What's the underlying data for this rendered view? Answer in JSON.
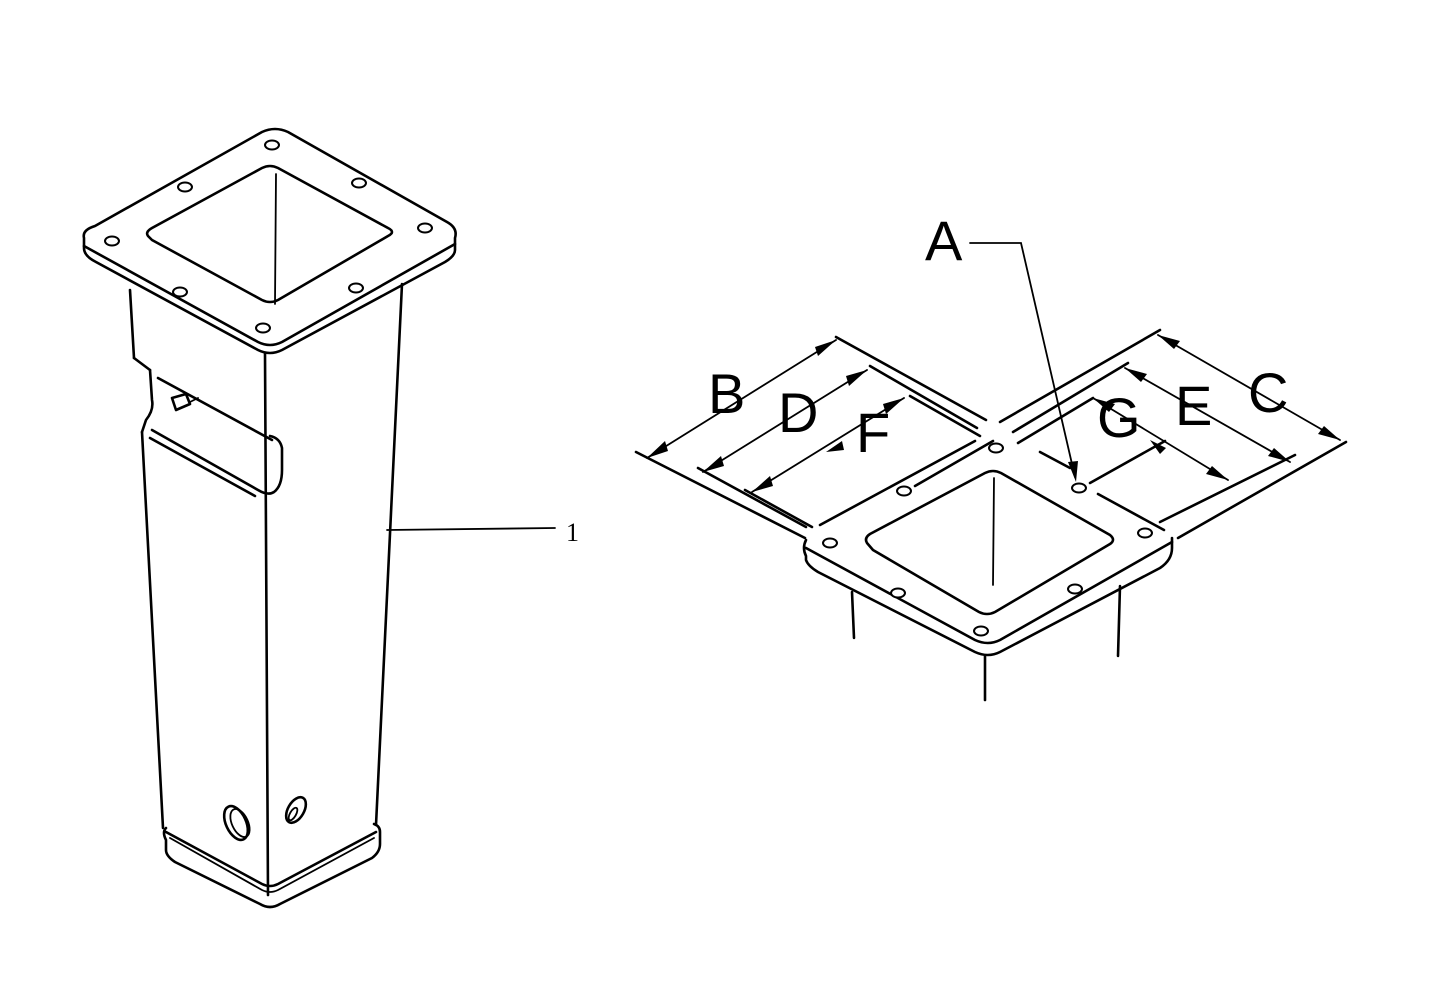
{
  "figure": {
    "type": "technical-parts-diagram",
    "left_view": {
      "part_callout": "1",
      "description": "tapered square column with top bolt flange, side slot opening, base foot plate and two lower holes"
    },
    "right_view": {
      "description": "top flange dimension detail",
      "labels": {
        "A": "A",
        "B": "B",
        "C": "C",
        "D": "D",
        "E": "E",
        "F": "F",
        "G": "G"
      }
    },
    "colors": {
      "line": "#000000",
      "background": "#ffffff"
    }
  }
}
